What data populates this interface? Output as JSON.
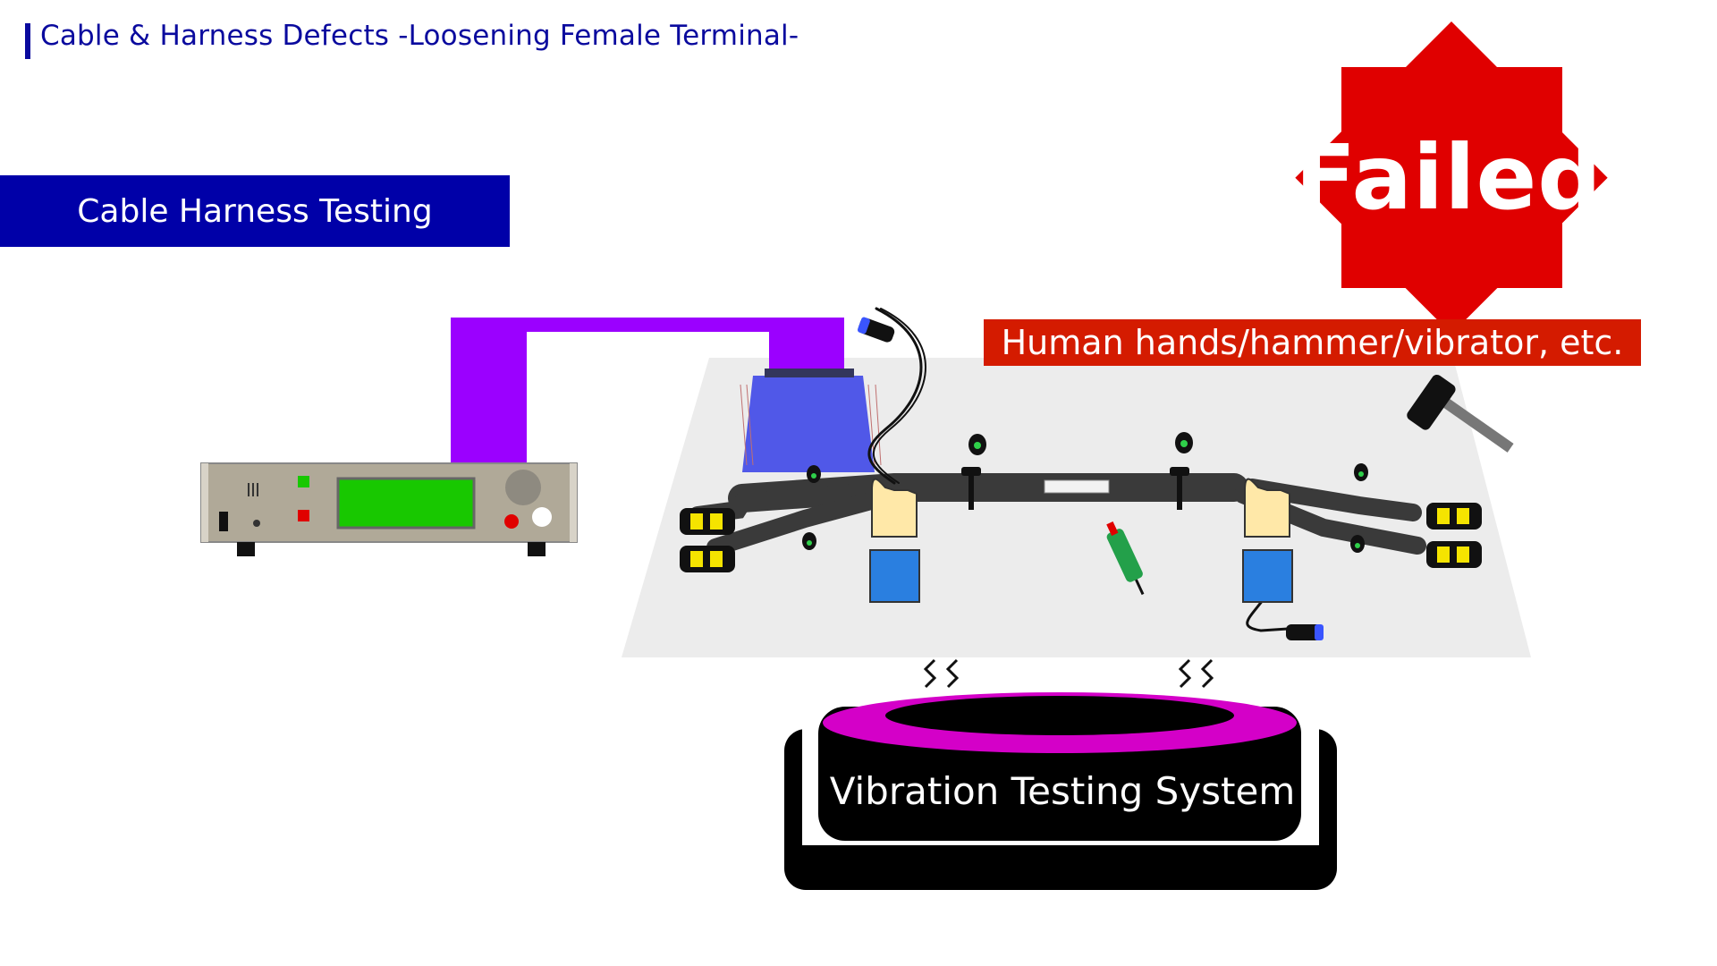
{
  "title": "Cable & Harness Defects -Loosening Female Terminal-",
  "section_label": "Cable Harness Testing",
  "status_badge": "Failed",
  "hands_label": "Human hands/hammer/vibrator, etc.",
  "vibration_label": "Vibration Testing System",
  "colors": {
    "title": "#0a0a9e",
    "section_bg": "#0000a8",
    "failed_red": "#e00000",
    "label_red": "#d41b00",
    "adapter_purple": "#9b00ff",
    "connector_blue": "#5058e8",
    "vibrator_magenta": "#d400c8",
    "tester_screen": "#18c800"
  }
}
